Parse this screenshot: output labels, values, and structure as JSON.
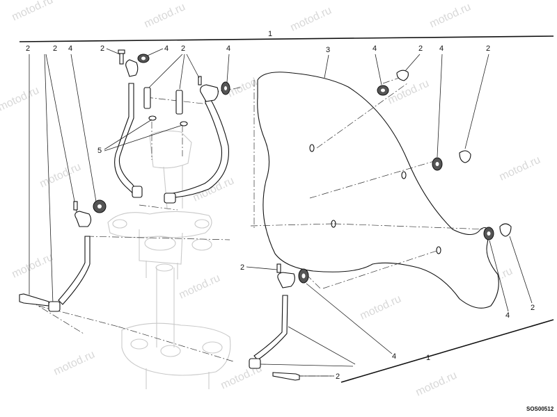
{
  "callouts": {
    "c1_top": "1",
    "c2_a": "2",
    "c2_b": "2",
    "c4_a": "4",
    "c2_screw": "2",
    "c4_grommet": "4",
    "c2_bolts": "2",
    "c4_mid": "4",
    "c3": "3",
    "c4_r1": "4",
    "c2_r1": "2",
    "c4_r2": "4",
    "c2_r2": "2",
    "c5": "5",
    "c2_low": "2",
    "c4_low": "4",
    "c1_bottom": "1",
    "c2_bottom": "2",
    "c4_br": "4",
    "c2_br": "2"
  },
  "drawing_code": "SOS00512",
  "watermark": "motod.ru",
  "colors": {
    "line": "#111111",
    "ghost": "#c9c9c9",
    "watermark": "#d8d8d8",
    "grommet": "#555555"
  }
}
